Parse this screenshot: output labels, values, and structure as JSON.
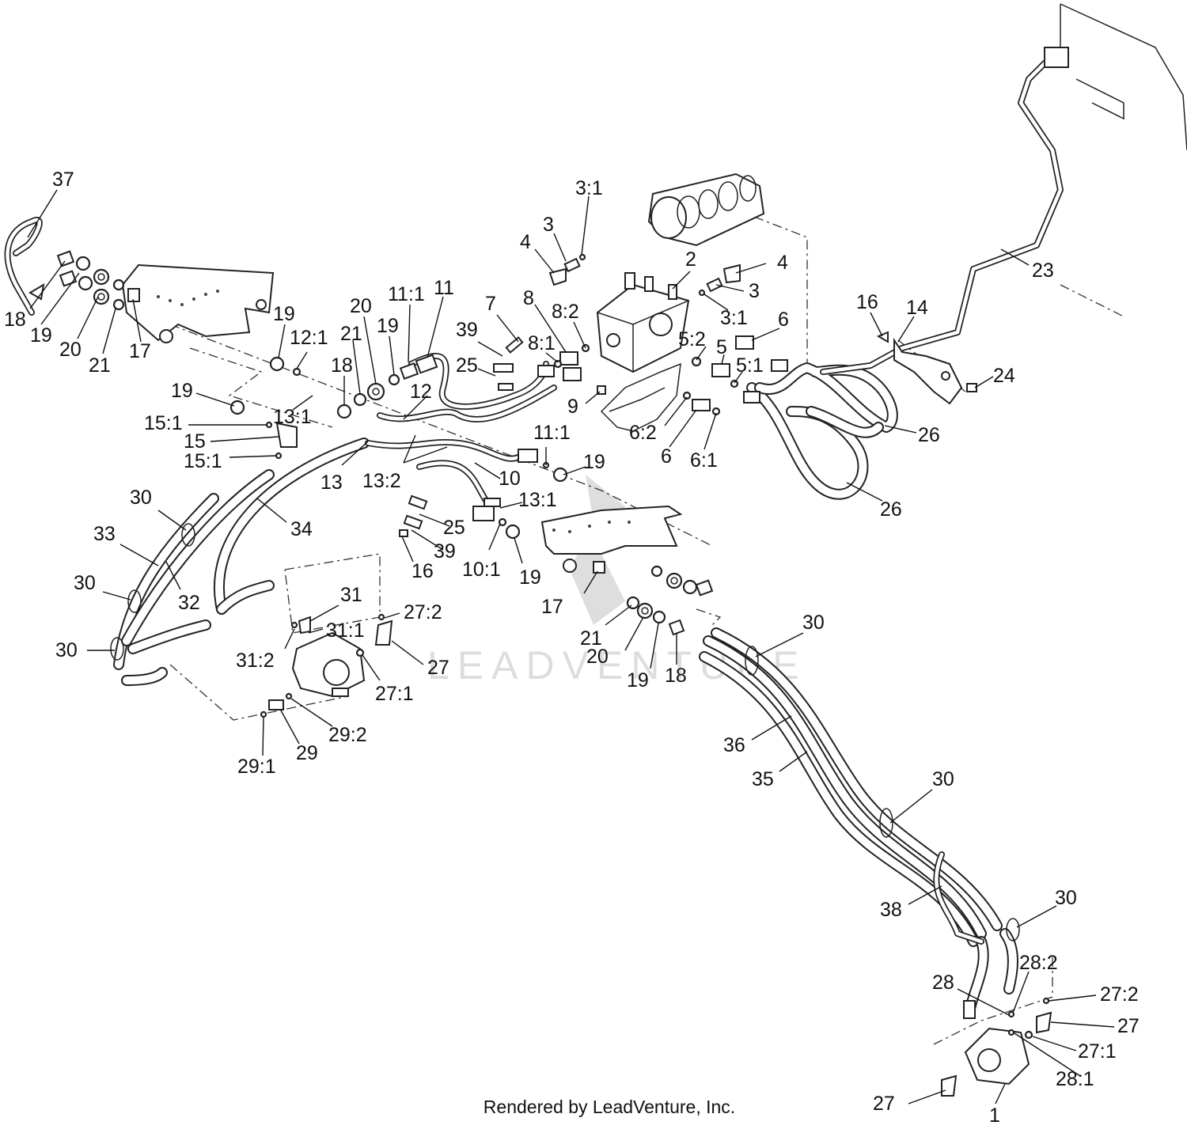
{
  "labels": {
    "l37": "37",
    "l18a": "18",
    "l19a": "19",
    "l20a": "20",
    "l21a": "21",
    "l17a": "17",
    "l19b": "19",
    "l12_1": "12:1",
    "l20b": "20",
    "l21b": "21",
    "l19c": "19",
    "l11_1a": "11:1",
    "l11": "11",
    "l18b": "18",
    "l19d": "19",
    "l13_1a": "13:1",
    "l15_1a": "15:1",
    "l15": "15",
    "l15_1b": "15:1",
    "l12": "12",
    "l13": "13",
    "l13_2": "13:2",
    "l10": "10",
    "l11_1b": "11:1",
    "l19e": "19",
    "l39a": "39",
    "l25a": "25",
    "l7": "7",
    "l8": "8",
    "l8_2": "8:2",
    "l8_1": "8:1",
    "l9": "9",
    "l4a": "4",
    "l3a": "3",
    "l3_1a": "3:1",
    "l2": "2",
    "l4b": "4",
    "l3b": "3",
    "l3_1b": "3:1",
    "l5_2": "5:2",
    "l5": "5",
    "l5_1": "5:1",
    "l6a": "6",
    "l6_2": "6:2",
    "l6b": "6",
    "l6_1": "6:1",
    "l16a": "16",
    "l14": "14",
    "l24": "24",
    "l23": "23",
    "l26a": "26",
    "l26b": "26",
    "l13_1b": "13:1",
    "l25b": "25",
    "l39b": "39",
    "l16b": "16",
    "l10_1": "10:1",
    "l19f": "19",
    "l17b": "17",
    "l21c": "21",
    "l20c": "20",
    "l19g": "19",
    "l18c": "18",
    "l30a": "30",
    "l33": "33",
    "l30b": "30",
    "l32": "32",
    "l34": "34",
    "l30c": "30",
    "l31": "31",
    "l31_1": "31:1",
    "l31_2": "31:2",
    "l27_2a": "27:2",
    "l27a": "27",
    "l27_1a": "27:1",
    "l29_2": "29:2",
    "l29": "29",
    "l29_1": "29:1",
    "l30d": "30",
    "l36": "36",
    "l35": "35",
    "l30e": "30",
    "l38": "38",
    "l30f": "30",
    "l28_2": "28:2",
    "l28": "28",
    "l27_2b": "27:2",
    "l27b": "27",
    "l27_1b": "27:1",
    "l28_1": "28:1",
    "l27c": "27",
    "l1": "1"
  },
  "watermark": "LEADVENTURE",
  "footer": "Rendered by LeadVenture, Inc."
}
